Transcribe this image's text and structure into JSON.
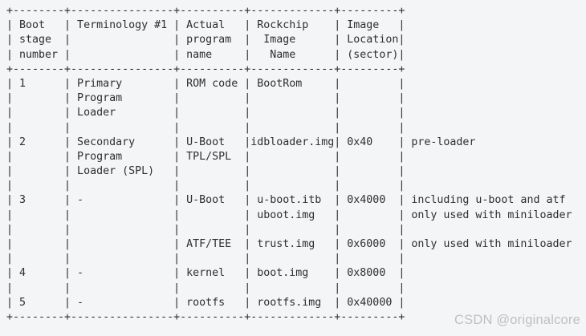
{
  "colors": {
    "background": "#f4f5f6",
    "text": "#2e2e30",
    "watermark": "#c0c0c0"
  },
  "code_block": {
    "lines": [
      "+--------+----------------+----------+-------------+---------+",
      "| Boot   | Terminology #1 | Actual   | Rockchip    | Image   |",
      "| stage  |                | program  |  Image      | Location|",
      "| number |                | name     |   Name      | (sector)|",
      "+--------+----------------+----------+-------------+---------+",
      "| 1      | Primary        | ROM code | BootRom     |         |",
      "|        | Program        |          |             |         |",
      "|        | Loader         |          |             |         |",
      "|        |                |          |             |         |",
      "| 2      | Secondary      | U-Boot   |idbloader.img| 0x40    | pre-loader",
      "|        | Program        | TPL/SPL  |             |         |",
      "|        | Loader (SPL)   |          |             |         |",
      "|        |                |          |             |         |",
      "| 3      | -              | U-Boot   | u-boot.itb  | 0x4000  | including u-boot and atf",
      "|        |                |          | uboot.img   |         | only used with miniloader",
      "|        |                |          |             |         |",
      "|        |                | ATF/TEE  | trust.img   | 0x6000  | only used with miniloader",
      "|        |                |          |             |         |",
      "| 4      | -              | kernel   | boot.img    | 0x8000  |",
      "|        |                |          |             |         |",
      "| 5      | -              | rootfs   | rootfs.img  | 0x40000 |",
      "+--------+----------------+----------+-------------+---------+"
    ]
  },
  "table": {
    "headers": [
      "Boot stage number",
      "Terminology #1",
      "Actual program name",
      "Rockchip Image Name",
      "Image Location (sector)"
    ],
    "rows": [
      {
        "boot_stage": "1",
        "terminology": "Primary Program Loader",
        "program": "ROM code",
        "image": "BootRom",
        "location": "",
        "note": ""
      },
      {
        "boot_stage": "2",
        "terminology": "Secondary Program Loader (SPL)",
        "program": "U-Boot TPL/SPL",
        "image": "idbloader.img",
        "location": "0x40",
        "note": "pre-loader"
      },
      {
        "boot_stage": "3",
        "terminology": "-",
        "program": "U-Boot",
        "image": "u-boot.itb uboot.img",
        "location": "0x4000",
        "note": "including u-boot and atf only used with miniloader"
      },
      {
        "boot_stage": "3",
        "terminology": "",
        "program": "ATF/TEE",
        "image": "trust.img",
        "location": "0x6000",
        "note": "only used with miniloader"
      },
      {
        "boot_stage": "4",
        "terminology": "-",
        "program": "kernel",
        "image": "boot.img",
        "location": "0x8000",
        "note": ""
      },
      {
        "boot_stage": "5",
        "terminology": "-",
        "program": "rootfs",
        "image": "rootfs.img",
        "location": "0x40000",
        "note": ""
      }
    ]
  },
  "watermark": {
    "text": "CSDN @originalcore"
  }
}
